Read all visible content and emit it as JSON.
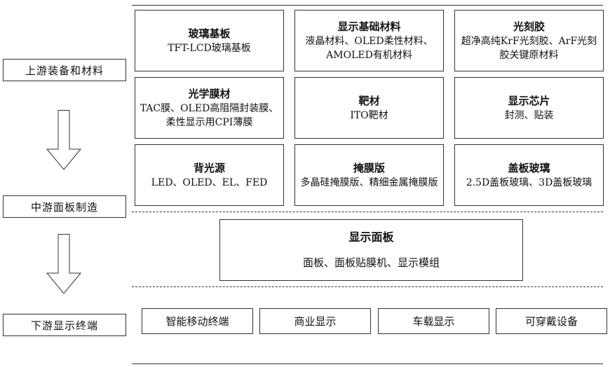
{
  "stages": {
    "upstream": "上游装备和材料",
    "midstream": "中游面板制造",
    "downstream": "下游显示终端"
  },
  "upstream_cards": [
    {
      "title": "玻璃基板",
      "desc": "TFT-LCD玻璃基板"
    },
    {
      "title": "显示基础材料",
      "desc": "液晶材料、OLED柔性材料、AMOLED有机材料"
    },
    {
      "title": "光刻胶",
      "desc": "超净高纯KrF光刻胶、ArF光刻胶关键原材料"
    },
    {
      "title": "光学膜材",
      "desc": "TAC膜、OLED高阻隔封装膜、柔性显示用CPI薄膜"
    },
    {
      "title": "靶材",
      "desc": "ITO靶材"
    },
    {
      "title": "显示芯片",
      "desc": "封测、贴装"
    },
    {
      "title": "背光源",
      "desc": "LED、OLED、EL、FED"
    },
    {
      "title": "掩膜版",
      "desc": "多晶硅掩膜版、精细金属掩膜版"
    },
    {
      "title": "盖板玻璃",
      "desc": "2.5D盖板玻璃、3D盖板玻璃"
    }
  ],
  "midstream_panel": {
    "title": "显示面板",
    "desc": "面板、面板贴膜机、显示模组"
  },
  "downstream_terminals": [
    "智能移动终端",
    "商业显示",
    "车载显示",
    "可穿戴设备"
  ]
}
